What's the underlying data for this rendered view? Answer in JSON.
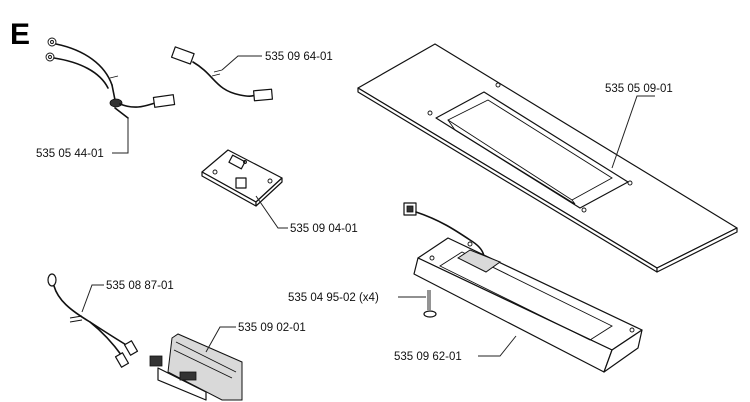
{
  "section_letter": "E",
  "labels": {
    "harness_44": "535 05 44-01",
    "harness_64": "535 09 64-01",
    "cover_plate": "535 05 09-01",
    "pcb_board": "535 09 04-01",
    "harness_87": "535 08 87-01",
    "bracket_02": "535 09 02-01",
    "screw": "535 04 95-02 (x4)",
    "heating_pad": "535 09 62-01"
  },
  "colors": {
    "ink": "#111111",
    "background": "#ffffff"
  }
}
